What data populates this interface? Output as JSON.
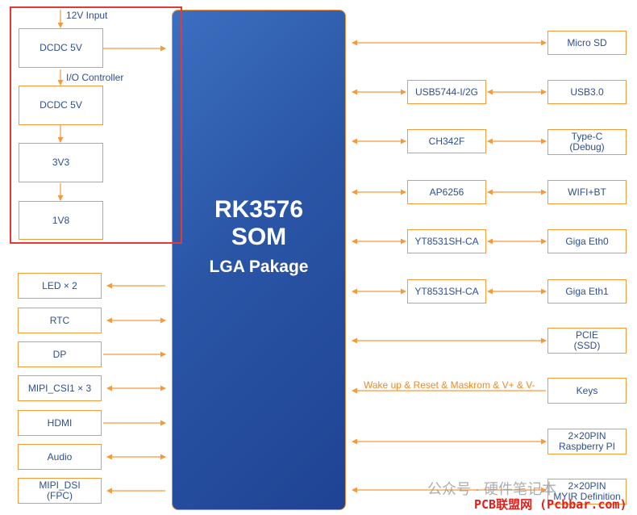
{
  "soc": {
    "line1": "RK3576",
    "line2": "SOM",
    "line3": "LGA Pakage"
  },
  "power": {
    "input_label": "12V Input",
    "dcdc1": "DCDC 5V",
    "io_label": "I/O Controller",
    "dcdc2": "DCDC 5V",
    "v3": "3V3",
    "v18": "1V8"
  },
  "left": [
    "LED × 2",
    "RTC",
    "DP",
    "MIPI_CSI1 × 3",
    "HDMI",
    "Audio"
  ],
  "left_last": {
    "line1": "MIPI_DSI",
    "line2": "(FPC)"
  },
  "right": {
    "microsd": "Micro SD",
    "usb_hub": "USB5744-I/2G",
    "usb3": "USB3.0",
    "ch342": "CH342F",
    "typec_1": "Type-C",
    "typec_2": "(Debug)",
    "ap6256": "AP6256",
    "wifi": "WIFI+BT",
    "phy0": "YT8531SH-CA",
    "eth0": "Giga Eth0",
    "phy1": "YT8531SH-CA",
    "eth1": "Giga Eth1",
    "pcie_1": "PCIE",
    "pcie_2": "(SSD)",
    "keys_label": "Wake up & Reset & Maskrom & V+ & V-",
    "keys": "Keys",
    "rpi_1": "2×20PIN",
    "rpi_2": "Raspberry PI",
    "myir_1": "2×20PIN",
    "myir_2": "MYIR Definition"
  },
  "watermark": {
    "wechat": "公众号 · 硬件笔记本",
    "site": "PCB联盟网 (Pcbbar.com)"
  },
  "colors": {
    "arrow": "#f39a3b",
    "box_border": "#f39a3b",
    "text": "#2f4f8f",
    "soc_fill": "#2a55a6",
    "highlight": "#e53935"
  }
}
